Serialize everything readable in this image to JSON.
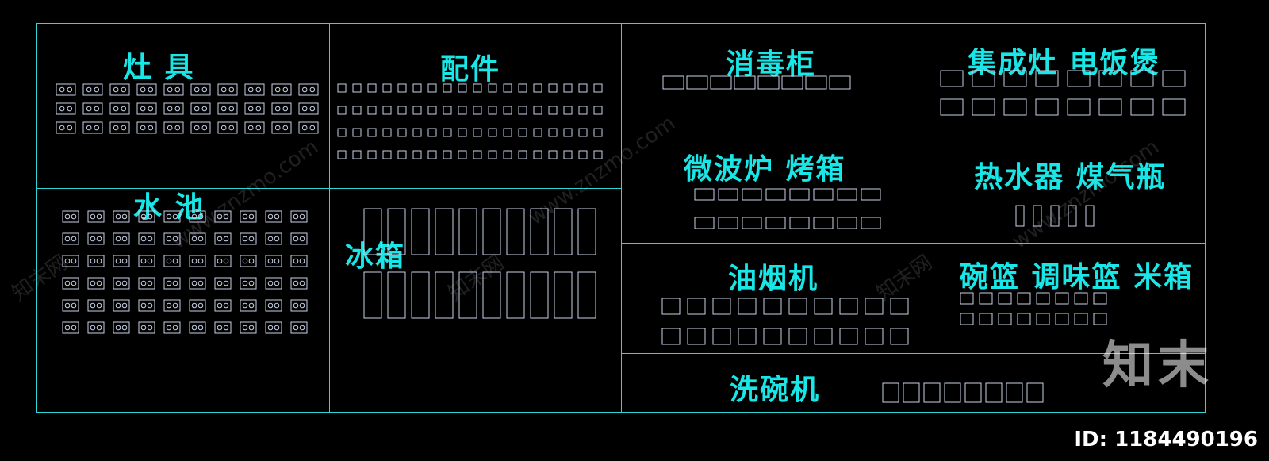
{
  "drawing": {
    "sections": [
      {
        "id": "stove",
        "title": "灶 具"
      },
      {
        "id": "accessories",
        "title": "配件"
      },
      {
        "id": "sterilizer",
        "title": "消毒柜"
      },
      {
        "id": "integrated-stove",
        "title": "集成灶 电饭煲"
      },
      {
        "id": "sink",
        "title": "水 池"
      },
      {
        "id": "fridge",
        "title": "冰箱"
      },
      {
        "id": "microwave",
        "title": "微波炉 烤箱"
      },
      {
        "id": "water-heater",
        "title": "热水器 煤气瓶"
      },
      {
        "id": "range-hood",
        "title": "油烟机"
      },
      {
        "id": "baskets",
        "title": "碗篮 调味篮 米箱"
      },
      {
        "id": "dishwasher",
        "title": "洗碗机"
      }
    ],
    "line_color": "#2fd6d6",
    "title_color": "#19e6e6",
    "symbol_color": "#c8d2e6"
  },
  "watermark": {
    "logo": "知末",
    "id_text": "ID: 1184490196",
    "site_text": "www.znzmo.com",
    "brand_text": "知末网"
  }
}
